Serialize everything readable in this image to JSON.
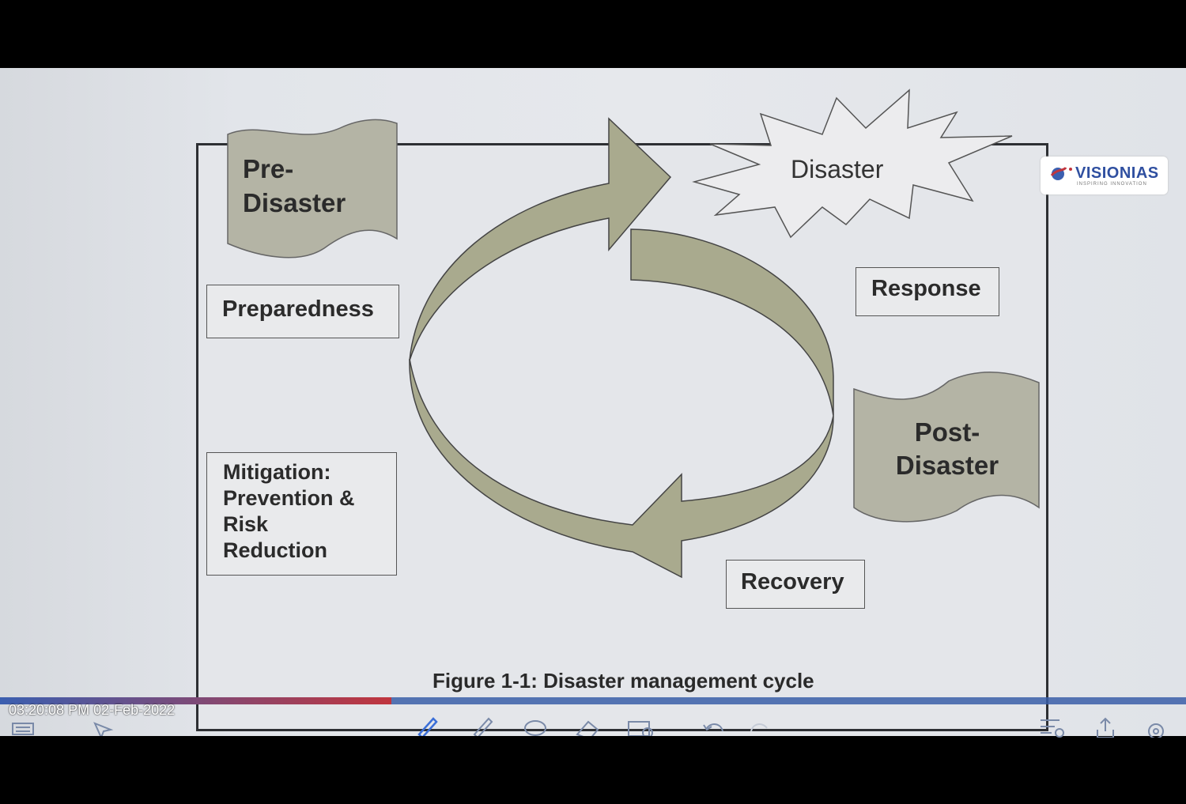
{
  "diagram": {
    "pre_disaster_line1": "Pre-",
    "pre_disaster_line2": "Disaster",
    "disaster": "Disaster",
    "post_disaster_line1": "Post-",
    "post_disaster_line2": "Disaster",
    "preparedness": "Preparedness",
    "response": "Response",
    "mitigation_lines": [
      "Mitigation:",
      "Prevention &",
      "Risk",
      "Reduction"
    ],
    "recovery": "Recovery",
    "caption": "Figure 1-1: Disaster management cycle"
  },
  "logo": {
    "brand": "VISIONIAS",
    "tagline": "INSPIRING INNOVATION"
  },
  "player": {
    "timestamp": "03:20:08 PM 02-Feb-2022",
    "progress": 0.33
  },
  "toolbar": {
    "tools": [
      "list-icon",
      "pointer-icon",
      "pen-icon",
      "pencil-icon",
      "lasso-icon",
      "eraser-icon",
      "insert-image-icon",
      "undo-icon",
      "redo-icon",
      "page-settings-icon",
      "share-icon",
      "settings-icon"
    ]
  },
  "colors": {
    "arrow_fill": "#a7a88c",
    "shape_fill": "#b3b3a4",
    "accent_blue": "#3b5fb0",
    "accent_red": "#c0353e"
  }
}
